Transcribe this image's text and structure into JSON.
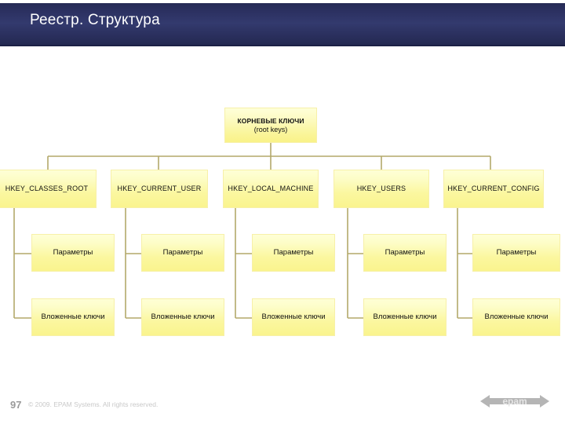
{
  "slide": {
    "title": "Реестр. Структура",
    "title_bar_color": "#2a2f5d",
    "background_color": "#ffffff"
  },
  "diagram": {
    "node_fill_color": "#fbf79f",
    "connector_color": "#b3a86a",
    "root": {
      "line1": "КОРНЕВЫЕ КЛЮЧИ",
      "line2": "(root keys)"
    },
    "columns": [
      {
        "key": "HKEY_CLASSES_ROOT",
        "params": "Параметры",
        "subkeys": "Вложенные ключи"
      },
      {
        "key": "HKEY_CURRENT_USER",
        "params": "Параметры",
        "subkeys": "Вложенные ключи"
      },
      {
        "key": "HKEY_LOCAL_MACHINE",
        "params": "Параметры",
        "subkeys": "Вложенные ключи"
      },
      {
        "key": "HKEY_USERS",
        "params": "Параметры",
        "subkeys": "Вложенные ключи"
      },
      {
        "key": "HKEY_CURRENT_CONFIG",
        "params": "Параметры",
        "subkeys": "Вложенные ключи"
      }
    ]
  },
  "footer": {
    "page_number": "97",
    "copyright": "© 2009. EPAM Systems. All rights reserved.",
    "logo_text": "epam",
    "logo_color": "#b5b5b5"
  }
}
